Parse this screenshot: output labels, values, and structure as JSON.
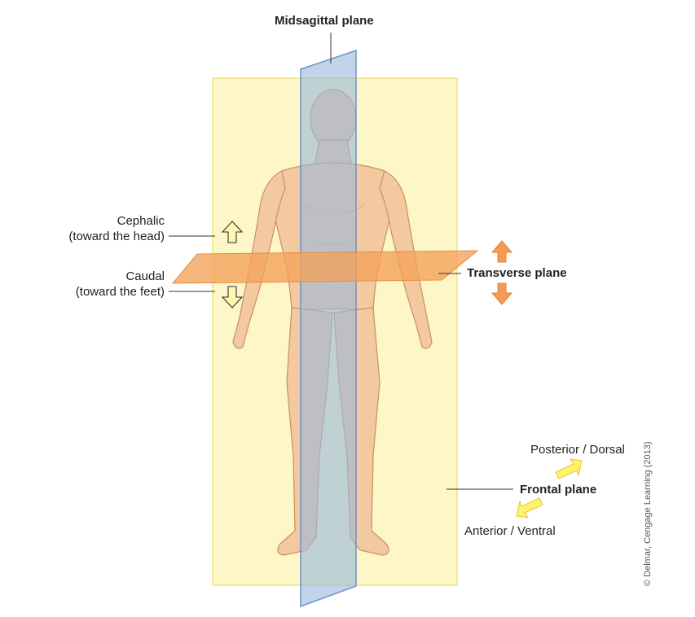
{
  "labels": {
    "midsagittal": "Midsagittal plane",
    "cephalic_line1": "Cephalic",
    "cephalic_line2": "(toward the head)",
    "caudal_line1": "Caudal",
    "caudal_line2": "(toward the feet)",
    "transverse": "Transverse plane",
    "posterior": "Posterior / Dorsal",
    "frontal": "Frontal plane",
    "anterior": "Anterior / Ventral"
  },
  "credit": "© Delmar, Cengage Learning (2013)",
  "colors": {
    "frontal_plane": "#fdf6c3",
    "midsagittal_plane": "#9bb9dc",
    "transverse_plane": "#f4a15a",
    "skin": "#f3c9a0",
    "direction_arrow": "#fff7b0",
    "transverse_arrow": "#f49a52"
  }
}
